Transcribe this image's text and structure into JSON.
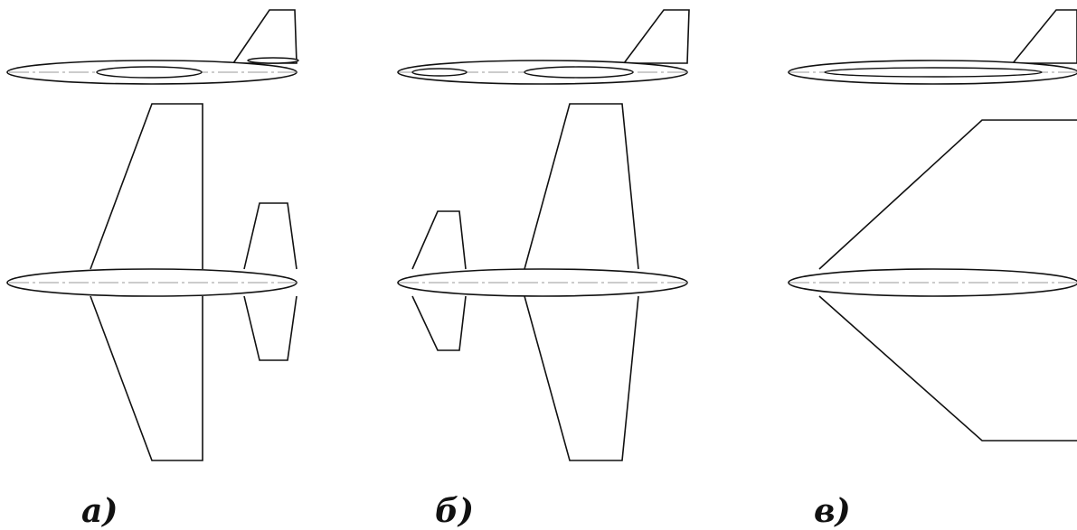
{
  "captions": {
    "a": "а)",
    "b": "б)",
    "c": "в)"
  },
  "colors": {
    "stroke": "#111111",
    "axis": "#9a9a9a",
    "background": "#ffffff"
  }
}
